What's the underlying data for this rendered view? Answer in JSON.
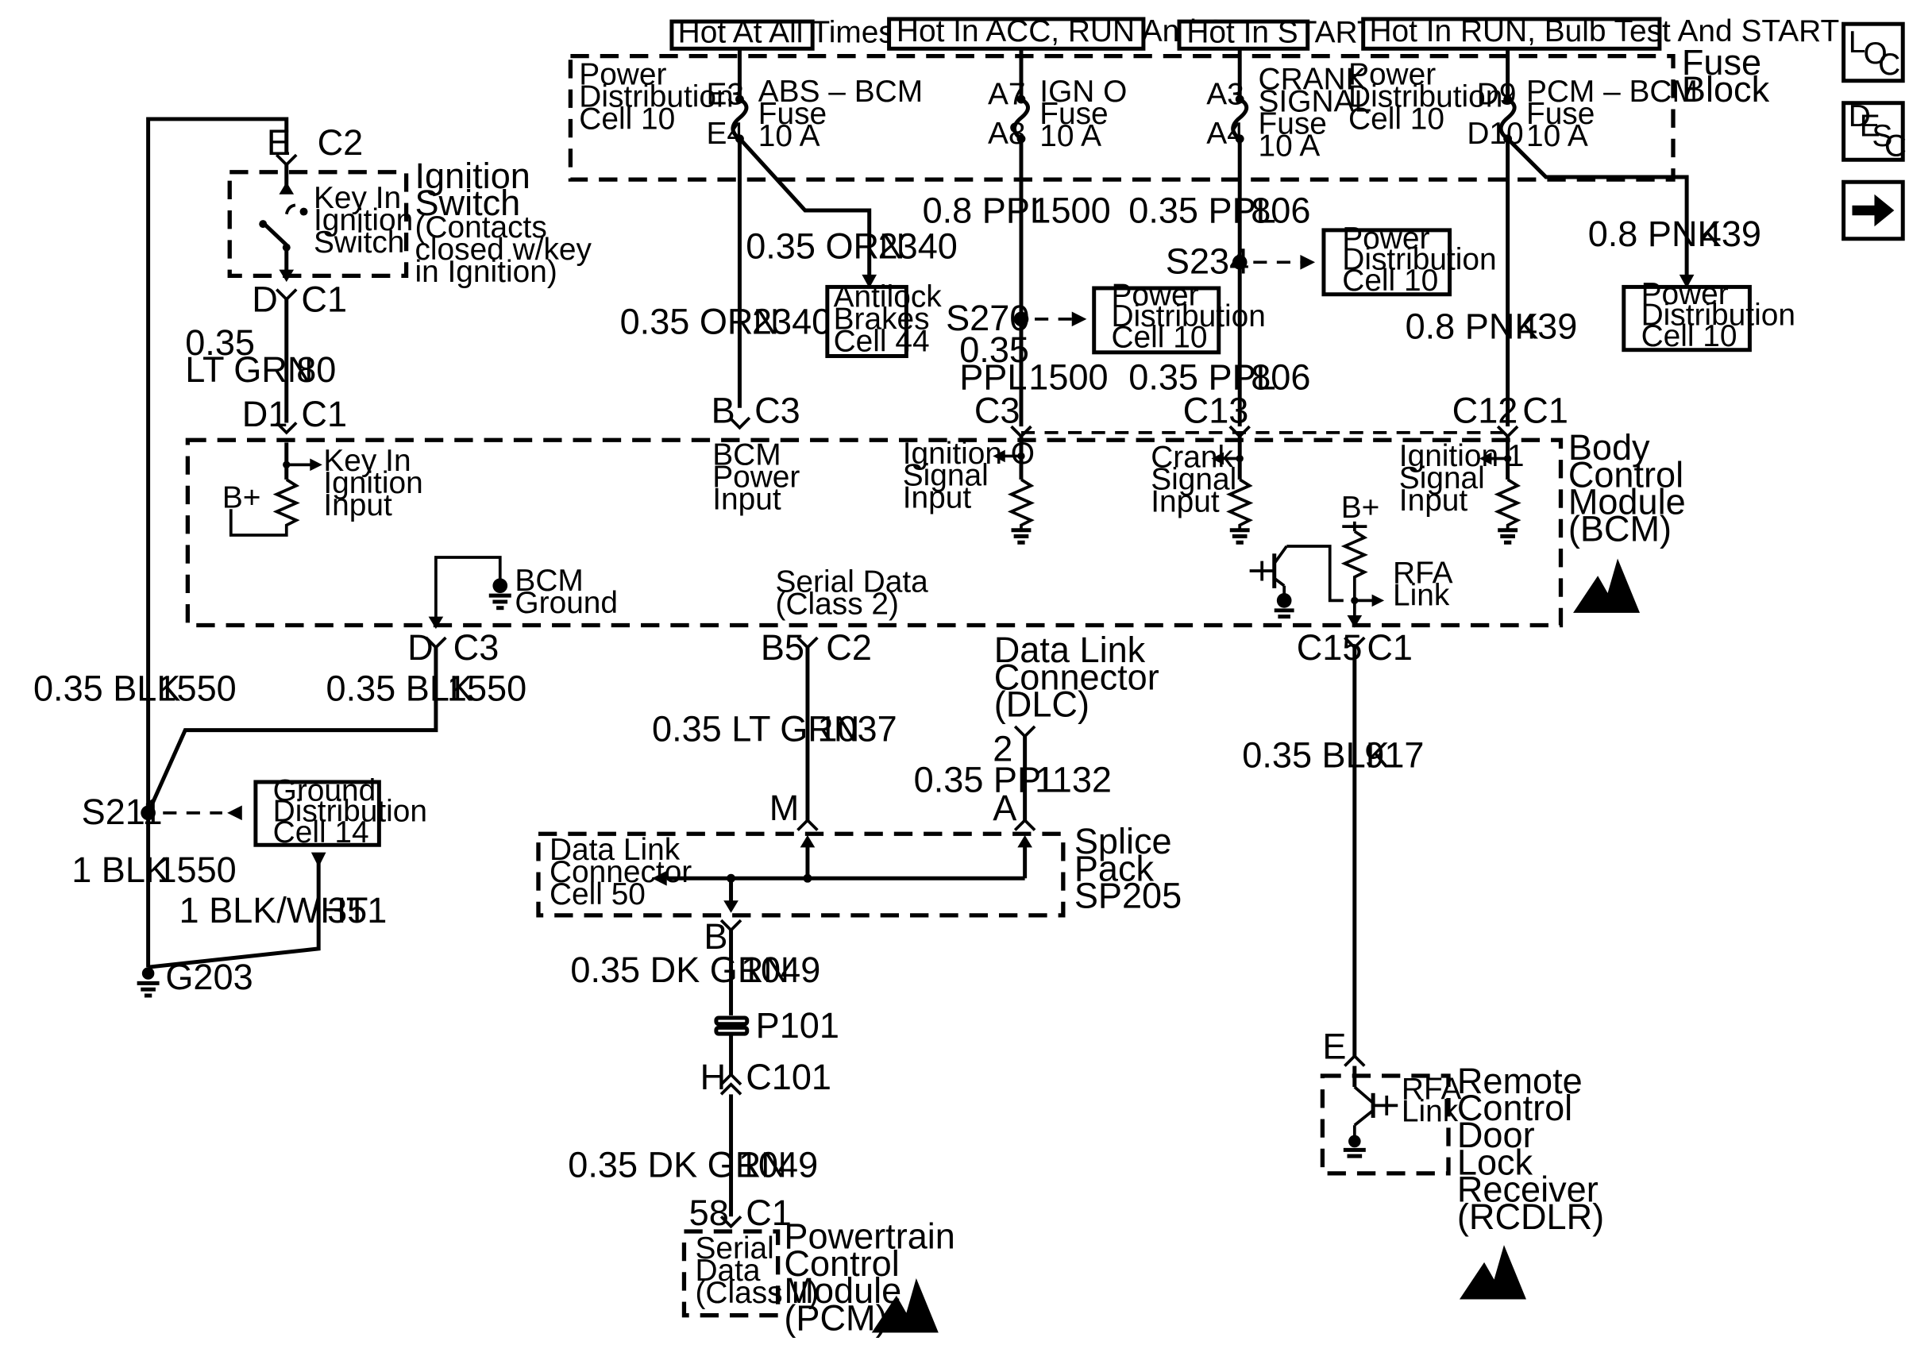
{
  "header": {
    "hot_at_all_times": "Hot At All Times",
    "hot_acc_run_start": "Hot In ACC, RUN And START",
    "hot_in_start": "Hot In START",
    "hot_run_bulb_start": "Hot In RUN, Bulb Test And START"
  },
  "nav": {
    "loc": {
      "l": "L",
      "o": "O",
      "c": "C"
    },
    "desc": {
      "d": "D",
      "e": "E",
      "s": "S",
      "c": "C"
    },
    "next_glyph": "➡"
  },
  "fuse_block": {
    "title_1": "Fuse",
    "title_2": "Block",
    "pdc_1": {
      "l1": "Power",
      "l2": "Distribution",
      "l3": "Cell 10"
    },
    "pdc_2": {
      "l1": "Power",
      "l2": "Distribution",
      "l3": "Cell 10"
    },
    "fuse_abs": {
      "pin_in": "E3",
      "pin_out": "E4",
      "l1": "ABS – BCM",
      "l2": "Fuse",
      "l3": "10 A"
    },
    "fuse_ign0": {
      "pin_in": "A7",
      "pin_out": "A8",
      "l1": "IGN O",
      "l2": "Fuse",
      "l3": "10 A"
    },
    "fuse_crank": {
      "pin_in": "A3",
      "pin_out": "A4",
      "l1": "CRANK",
      "l2": "SIGNAL",
      "l3": "Fuse",
      "l4": "10 A"
    },
    "fuse_pcm": {
      "pin_in": "D9",
      "pin_out": "D10",
      "l1": "PCM – BCM",
      "l2": "Fuse",
      "l3": "10 A"
    }
  },
  "ignition_switch": {
    "title_1": "Ignition",
    "title_2": "Switch",
    "note_1": "(Contacts",
    "note_2": "closed w/key",
    "note_3": "in Ignition)",
    "contact_1": "Key In",
    "contact_2": "Ignition",
    "contact_3": "Switch",
    "top_pin": "E",
    "top_conn": "C2",
    "bot_pin": "D",
    "bot_conn": "C1"
  },
  "wires": {
    "w80_gauge_1": "0.35",
    "w80_gauge_2": "LT GRN",
    "w80_circuit": "80",
    "w2340a": {
      "gauge": "0.35 ORN",
      "circuit": "2340"
    },
    "w2340b": {
      "gauge": "0.35 ORN",
      "circuit": "2340"
    },
    "w1500a": {
      "gauge": "0.8 PPL",
      "circuit": "1500"
    },
    "w1500b_1": "0.35",
    "w1500b_2": "PPL",
    "w1500b_circuit": "1500",
    "w806a": {
      "gauge": "0.35 PPL",
      "circuit": "806"
    },
    "w806b": {
      "gauge": "0.35 PPL",
      "circuit": "806"
    },
    "w439a": {
      "gauge": "0.8 PNK",
      "circuit": "439"
    },
    "w439b": {
      "gauge": "0.8 PNK",
      "circuit": "439"
    },
    "w1550_left": {
      "gauge": "0.35 BLK",
      "circuit": "1550"
    },
    "w1550_mid": {
      "gauge": "0.35 BLK",
      "circuit": "1550"
    },
    "w1550_ground": {
      "gauge": "1 BLK",
      "circuit": "1550"
    },
    "w351": {
      "gauge": "1 BLK/WHT",
      "circuit": "351"
    },
    "w1037": {
      "gauge": "0.35 LT GRN",
      "circuit": "1037"
    },
    "w1132": {
      "gauge": "0.35 PPL",
      "circuit": "1132"
    },
    "w1049a": {
      "gauge": "0.35 DK GRN",
      "circuit": "1049"
    },
    "w1049b": {
      "gauge": "0.35 DK GRN",
      "circuit": "1049"
    },
    "w917": {
      "gauge": "0.35 BLK",
      "circuit": "917"
    }
  },
  "refs": {
    "antilock": {
      "l1": "Antilock",
      "l2": "Brakes",
      "l3": "Cell 44"
    },
    "pdc_s270": {
      "l1": "Power",
      "l2": "Distribution",
      "l3": "Cell 10"
    },
    "pdc_s234": {
      "l1": "Power",
      "l2": "Distribution",
      "l3": "Cell 10"
    },
    "pdc_439": {
      "l1": "Power",
      "l2": "Distribution",
      "l3": "Cell 10"
    },
    "gdc": {
      "l1": "Ground",
      "l2": "Distribution",
      "l3": "Cell 14"
    }
  },
  "splices": {
    "s270": "S270",
    "s234": "S234",
    "s211": "S211"
  },
  "bcm": {
    "title_1": "Body",
    "title_2": "Control",
    "title_3": "Module",
    "title_4": "(BCM)",
    "key_in": {
      "l1": "Key In",
      "l2": "Ignition",
      "l3": "Input"
    },
    "bplus": "B+",
    "bplus2": "B+",
    "power": {
      "l1": "BCM",
      "l2": "Power",
      "l3": "Input"
    },
    "ign0": {
      "l1": "Ignition O",
      "l2": "Signal",
      "l3": "Input"
    },
    "crank": {
      "l1": "Crank",
      "l2": "Signal",
      "l3": "Input"
    },
    "ign1": {
      "l1": "Ignition 1",
      "l2": "Signal",
      "l3": "Input"
    },
    "ground": {
      "l1": "BCM",
      "l2": "Ground"
    },
    "serial": {
      "l1": "Serial Data",
      "l2": "(Class 2)"
    },
    "rfa": {
      "l1": "RFA",
      "l2": "Link"
    },
    "conn_d1": {
      "pin": "D1",
      "conn": "C1"
    },
    "conn_b": {
      "pin": "B",
      "conn": "C3"
    },
    "conn_c3": {
      "pin": "C3"
    },
    "conn_c13": {
      "pin": "C13"
    },
    "conn_c12": {
      "pin": "C12",
      "conn": "C1"
    },
    "conn_d": {
      "pin": "D",
      "conn": "C3"
    },
    "conn_b5": {
      "pin": "B5",
      "conn": "C2"
    },
    "conn_c15": {
      "pin": "C15",
      "conn": "C1"
    }
  },
  "dlc": {
    "l1": "Data Link",
    "l2": "Connector",
    "l3": "(DLC)",
    "pin": "2"
  },
  "splice_pack": {
    "title_1": "Splice",
    "title_2": "Pack",
    "title_3": "SP205",
    "ref_1": "Data Link",
    "ref_2": "Connector",
    "ref_3": "Cell 50",
    "pin_m": "M",
    "pin_a": "A",
    "pin_b": "B"
  },
  "p101": "P101",
  "c101": {
    "pin": "H",
    "conn": "C101"
  },
  "g203": "G203",
  "pcm": {
    "title_1": "Powertrain",
    "title_2": "Control",
    "title_3": "Module",
    "title_4": "(PCM)",
    "pin": "58",
    "conn": "C1",
    "serial_1": "Serial",
    "serial_2": "Data",
    "serial_3": "(Class II)"
  },
  "rcdlr": {
    "title_1": "Remote",
    "title_2": "Control",
    "title_3": "Door",
    "title_4": "Lock",
    "title_5": "Receiver",
    "title_6": "(RCDLR)",
    "pin": "E",
    "rfa_1": "RFA",
    "rfa_2": "Link"
  }
}
